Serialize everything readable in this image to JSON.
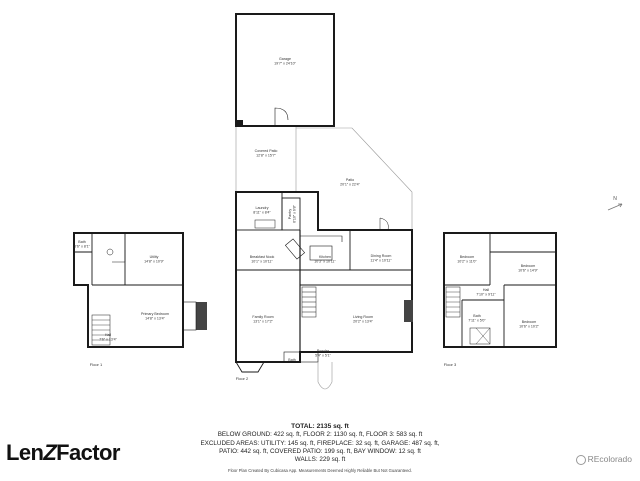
{
  "rooms": {
    "garage": {
      "name": "Garage",
      "dims": "19'7\" x 24'10\""
    },
    "covered_patio": {
      "name": "Covered Patio",
      "dims": "12'8\" x 15'7\""
    },
    "patio": {
      "name": "Patio",
      "dims": "20'1\" x 22'4\""
    },
    "laundry": {
      "name": "Laundry",
      "dims": "8'11\" x 8'4\""
    },
    "pantry": {
      "name": "Pantry",
      "dims": "6'10\" x 6'8\""
    },
    "breakfast_nook": {
      "name": "Breakfast Nook",
      "dims": "10'1\" x 10'11\""
    },
    "kitchen": {
      "name": "Kitchen",
      "dims": "10'3\" x 10'11\""
    },
    "dining_room": {
      "name": "Dining Room",
      "dims": "11'4\" x 10'11\""
    },
    "family_room": {
      "name": "Family Room",
      "dims": "13'1\" x 17'2\""
    },
    "living_room": {
      "name": "Living Room",
      "dims": "20'2\" x 13'4\""
    },
    "powder": {
      "name": "Powder",
      "dims": "5'4\" x 5'1\""
    },
    "bath_main": {
      "name": "Bath"
    },
    "bath_lower": {
      "name": "Bath",
      "dims": "5'6\" x 8'1\""
    },
    "utility": {
      "name": "Utility",
      "dims": "14'8\" x 10'9\""
    },
    "primary_bedroom": {
      "name": "Primary Bedroom",
      "dims": "14'8\" x 13'4\""
    },
    "hall_lower": {
      "name": "Hall",
      "dims": "7'6\" x 13'4\""
    },
    "bedroom_1": {
      "name": "Bedroom",
      "dims": "10'2\" x 11'0\""
    },
    "bedroom_2": {
      "name": "Bedroom",
      "dims": "10'6\" x 14'9\""
    },
    "bedroom_3": {
      "name": "Bedroom",
      "dims": "10'6\" x 10'2\""
    },
    "hall_upper": {
      "name": "Hall",
      "dims": "7'10\" x 9'11\""
    },
    "bath_upper": {
      "name": "Bath",
      "dims": "7'11\" x 5'0\""
    }
  },
  "floor_labels": {
    "floor1": "Floor 1",
    "floor2": "Floor 2",
    "floor3": "Floor 3"
  },
  "compass": "N",
  "summary": {
    "total": "TOTAL: 2135 sq. ft",
    "line1": "BELOW GROUND: 422 sq. ft, FLOOR 2: 1130 sq. ft, FLOOR 3: 583 sq. ft",
    "line2": "EXCLUDED AREAS: UTILITY: 145 sq. ft, FIREPLACE: 32 sq. ft, GARAGE: 487 sq. ft,",
    "line3": "PATIO: 442 sq. ft, COVERED PATIO: 199 sq. ft, BAY WINDOW: 12 sq. ft",
    "line4": "WALLS: 229 sq. ft",
    "note": "Floor Plan Created By Cubicasa App. Measurements Deemed Highly Reliable But Not Guaranteed."
  },
  "brand": {
    "part1": "Len",
    "part2": "Z",
    "part3": "Factor"
  },
  "credit": "REcolorado",
  "colors": {
    "wall": "#1a1a1a",
    "outline": "#9a9a9a",
    "fireplace": "#444444"
  }
}
